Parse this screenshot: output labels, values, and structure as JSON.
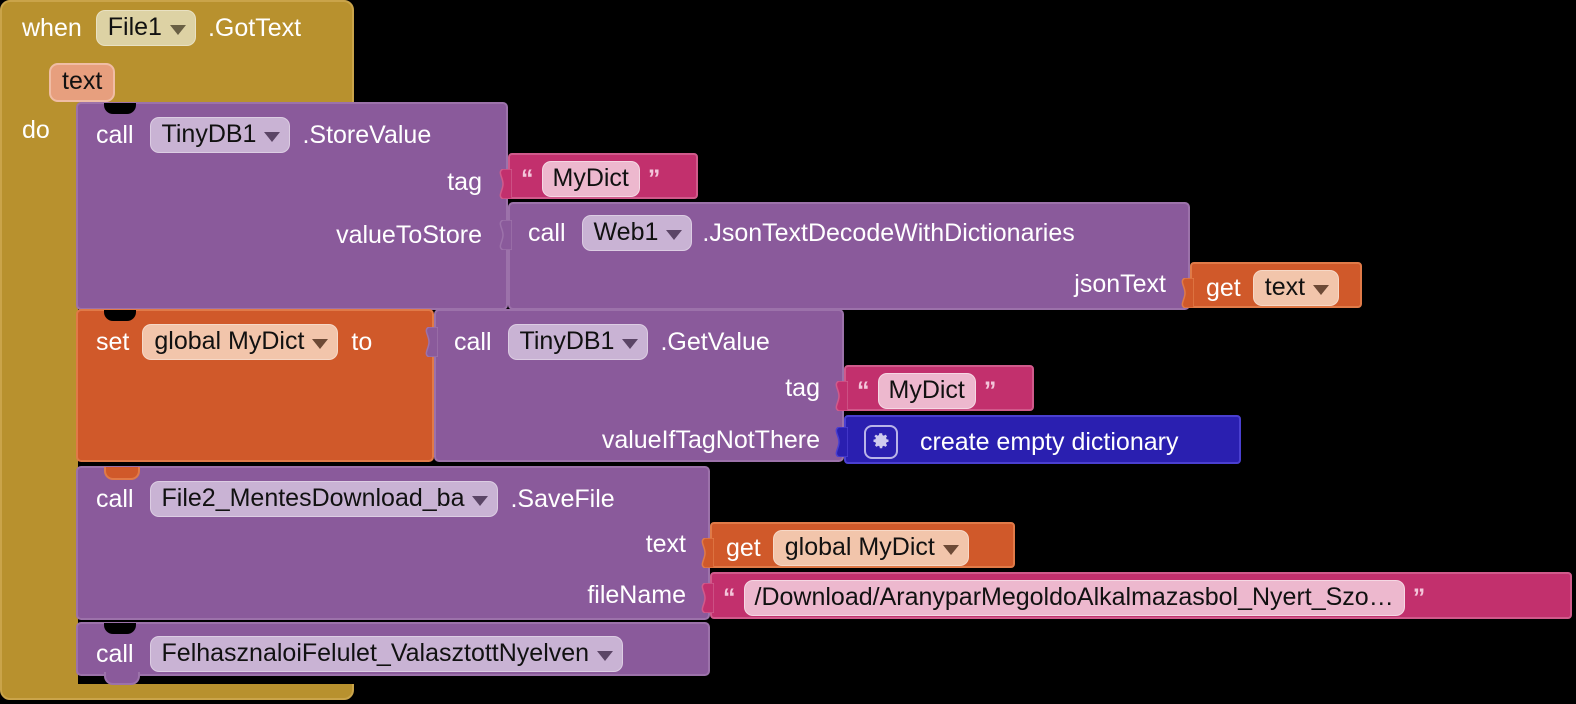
{
  "workspace": {
    "background": "#000000",
    "editor": "MIT App Inventor Blocks Editor"
  },
  "event_block": {
    "color": "#b8912e",
    "when_label": "when",
    "component": "File1",
    "event_name": ".GotText",
    "parameter": "text",
    "do_label": "do"
  },
  "statements": [
    {
      "id": "storevalue",
      "color": "#8a5a9b",
      "call_label": "call",
      "component": "TinyDB1",
      "method": ".StoreValue",
      "sockets": [
        {
          "label": "tag",
          "value": {
            "kind": "text",
            "color": "#c2306d",
            "text": "MyDict",
            "open_quote": "“",
            "close_quote": "”"
          }
        },
        {
          "label": "valueToStore",
          "value": {
            "kind": "call",
            "color": "#8a5a9b",
            "call_label": "call",
            "component": "Web1",
            "method": ".JsonTextDecodeWithDictionaries",
            "sockets": [
              {
                "label": "jsonText",
                "value": {
                  "kind": "getter",
                  "color": "#d0592a",
                  "get_label": "get",
                  "variable": "text"
                }
              }
            ]
          }
        }
      ]
    },
    {
      "id": "set-global-mydict",
      "color": "#d0592a",
      "set_label": "set",
      "variable": "global MyDict",
      "to_label": "to",
      "value": {
        "kind": "call",
        "color": "#8a5a9b",
        "call_label": "call",
        "component": "TinyDB1",
        "method": ".GetValue",
        "sockets": [
          {
            "label": "tag",
            "value": {
              "kind": "text",
              "color": "#c2306d",
              "text": "MyDict",
              "open_quote": "“",
              "close_quote": "”"
            }
          },
          {
            "label": "valueIfTagNotThere",
            "value": {
              "kind": "dictionary",
              "color": "#2a1fb0",
              "text": "create empty dictionary",
              "icon": "gear-icon"
            }
          }
        ]
      }
    },
    {
      "id": "savefile",
      "color": "#8a5a9b",
      "call_label": "call",
      "component": "File2_MentesDownload_ba",
      "method": ".SaveFile",
      "sockets": [
        {
          "label": "text",
          "value": {
            "kind": "getter",
            "color": "#d0592a",
            "get_label": "get",
            "variable": "global MyDict"
          }
        },
        {
          "label": "fileName",
          "value": {
            "kind": "text",
            "color": "#c2306d",
            "text": "/Download/AranyparMegoldoAlkalmazasbol_Nyert_Szo…",
            "open_quote": "“",
            "close_quote": "”"
          }
        }
      ]
    },
    {
      "id": "call-procedure",
      "color": "#8a5a9b",
      "call_label": "call",
      "procedure": "FelhasznaloiFelulet_ValasztottNyelven"
    }
  ]
}
